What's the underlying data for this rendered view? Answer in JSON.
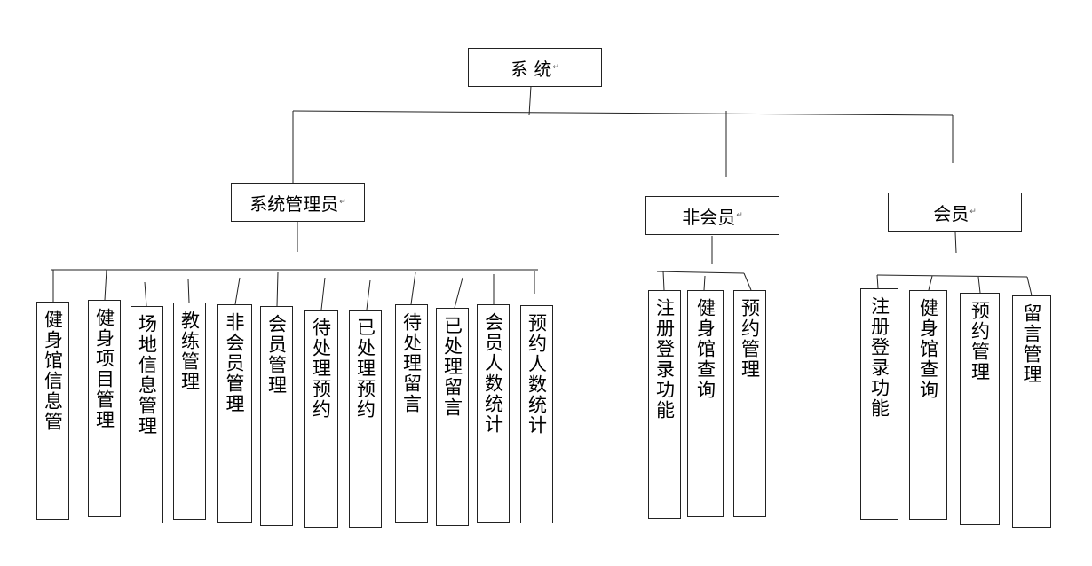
{
  "root": {
    "label": "系 统"
  },
  "groups": [
    {
      "label": "系统管理员",
      "children": [
        "健身馆信息管",
        "健身项目管理",
        "场地信息管理",
        "教练管理",
        "非会员管理",
        "会员管理",
        "待处理预约",
        "已处理预约",
        "待处理留言",
        "已处理留言",
        "会员人数统计",
        "预约人数统计"
      ]
    },
    {
      "label": "非会员",
      "children": [
        "注册登录功能",
        "健身馆查询",
        "预约管理"
      ]
    },
    {
      "label": "会员",
      "children": [
        "注册登录功能",
        "健身馆查询",
        "预约管理",
        "留言管理"
      ]
    }
  ]
}
